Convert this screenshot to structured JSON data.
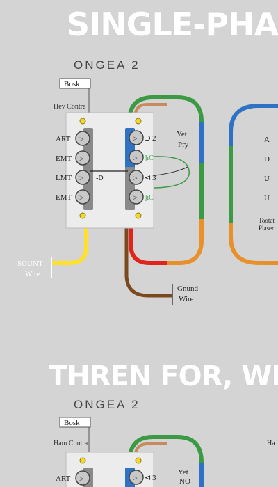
{
  "titles": {
    "main": "SINGLE-PHA",
    "second": "THREN FOR, WRE"
  },
  "subtitles": {
    "first": "ONGEA 2",
    "second": "ONGEA 2"
  },
  "diagram1": {
    "box_label": "Bosk",
    "caption": "Hev Contra",
    "terminals_left": [
      "ART",
      "EMT",
      "LMT",
      "EMT"
    ],
    "terminal_right_labels": [
      "2",
      "3"
    ],
    "side_labels": {
      "top": "Yet",
      "bottom": "Pry"
    },
    "right_box_labels": [
      "A",
      "D",
      "U",
      "U"
    ],
    "right_box_note": [
      "Tootat",
      "Plaser"
    ],
    "sound_wire": [
      "SOUNT",
      "Wire"
    ],
    "ground_wire": [
      "Gnund",
      "Wire"
    ]
  },
  "diagram2": {
    "box_label": "Bosk",
    "caption": "Ham Contra",
    "terminals_left": [
      "ART"
    ],
    "terminal_right_labels": [
      "3"
    ],
    "side_labels": {
      "top": "Yet",
      "bottom": "NO"
    },
    "right_box_labels": [
      "Ha"
    ]
  },
  "colors": {
    "background": "#d4d4d4",
    "green_wire": "#3c9a44",
    "blue_wire": "#2f72c4",
    "orange_wire": "#e8902a",
    "red_wire": "#e0241c",
    "brown_wire": "#7a4a1e",
    "yellow_wire": "#ffe02a",
    "neutral_wire": "#c88a5c"
  }
}
